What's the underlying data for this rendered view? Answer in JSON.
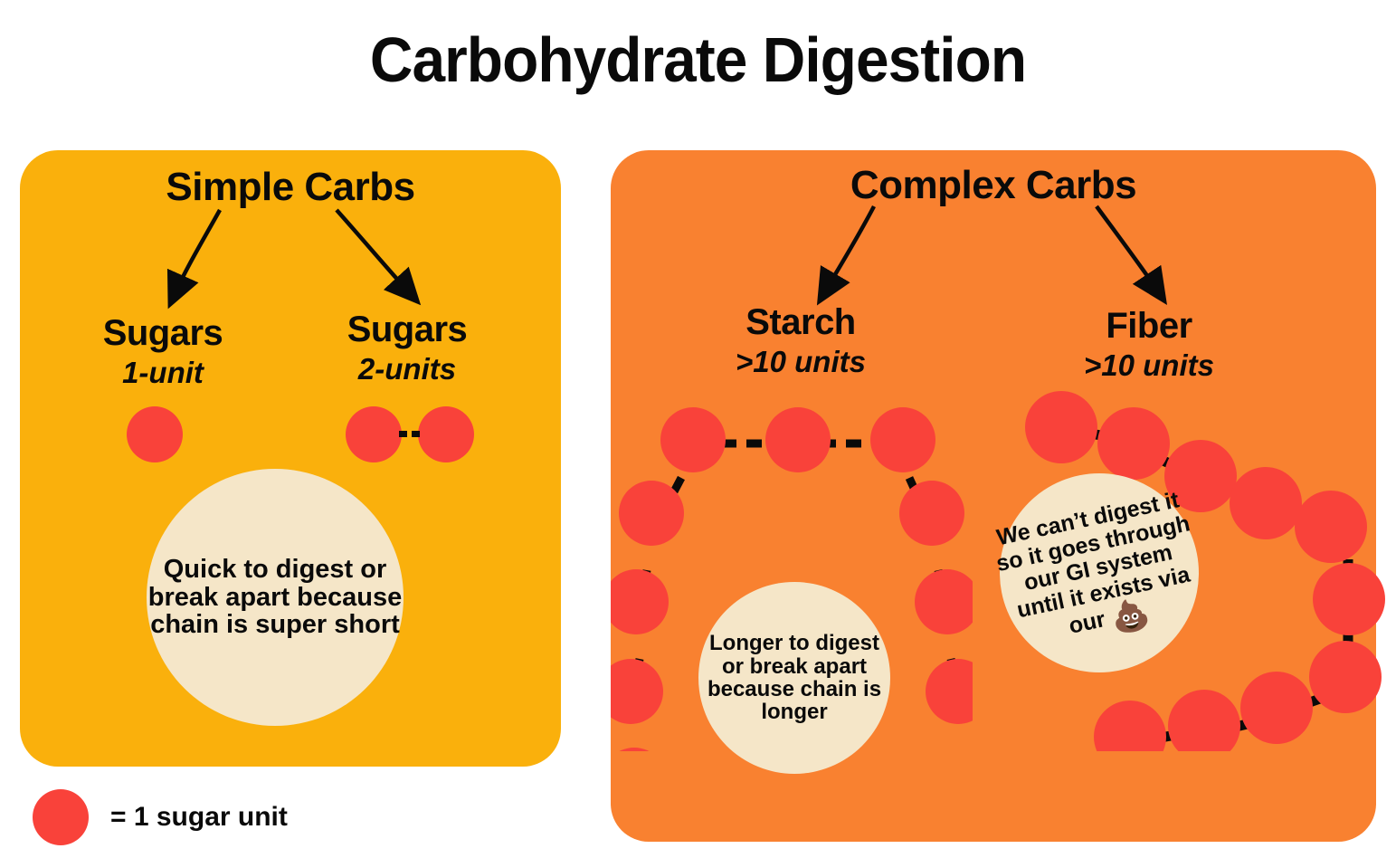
{
  "page": {
    "title": "Carbohydrate Digestion",
    "background": "#FFFFFF"
  },
  "colors": {
    "simple_panel": "#FAB00C",
    "complex_panel": "#F98130",
    "sugar_unit": "#F9423A",
    "bubble_cream": "#F5E6C8",
    "text": "#0A0A0A",
    "bond": "#0A0A0A"
  },
  "panels": {
    "simple": {
      "heading": "Simple Carbs",
      "branches": [
        {
          "name": "Sugars",
          "units_label": "1-unit",
          "unit_count": 1
        },
        {
          "name": "Sugars",
          "units_label": "2-units",
          "unit_count": 2
        }
      ],
      "bubble_text": "Quick to digest or break apart because chain is super short"
    },
    "complex": {
      "heading": "Complex Carbs",
      "branches": [
        {
          "name": "Starch",
          "units_label": ">10 units",
          "unit_count": 11
        },
        {
          "name": "Fiber",
          "units_label": ">10 units",
          "unit_count": 12
        }
      ],
      "starch_bubble_text": "Longer to digest or break apart because chain is longer",
      "fiber_bubble_text": "We can’t digest it so it goes through our GI system until it exists via our",
      "fiber_bubble_emoji": "💩"
    }
  },
  "legend": {
    "swatch_color": "#F9423A",
    "label": "= 1 sugar unit"
  },
  "chart_data": {
    "type": "diagram",
    "title": "Carbohydrate Digestion",
    "categories": [
      "Simple Carbs",
      "Complex Carbs"
    ],
    "nodes": [
      {
        "group": "Simple Carbs",
        "label": "Sugars",
        "units": "1-unit",
        "unit_count": 1
      },
      {
        "group": "Simple Carbs",
        "label": "Sugars",
        "units": "2-units",
        "unit_count": 2
      },
      {
        "group": "Complex Carbs",
        "label": "Starch",
        "units": ">10 units",
        "unit_count": 11
      },
      {
        "group": "Complex Carbs",
        "label": "Fiber",
        "units": ">10 units",
        "unit_count": 12
      }
    ],
    "legend": "= 1 sugar unit"
  }
}
